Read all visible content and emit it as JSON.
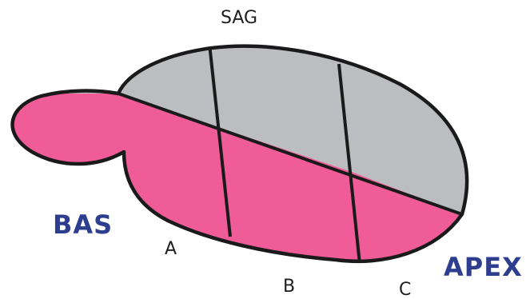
{
  "labels": {
    "sag": "SAG",
    "bas": "BAS",
    "apex": "APEX",
    "a": "A",
    "b": "B",
    "c": "C"
  },
  "colors": {
    "upper_region": "#bcbdc0",
    "lower_region": "#ef5c98",
    "outline": "#1a1a1a",
    "region_label_blue": "#2d3e8f",
    "segment_label": "#1e1e1e"
  }
}
